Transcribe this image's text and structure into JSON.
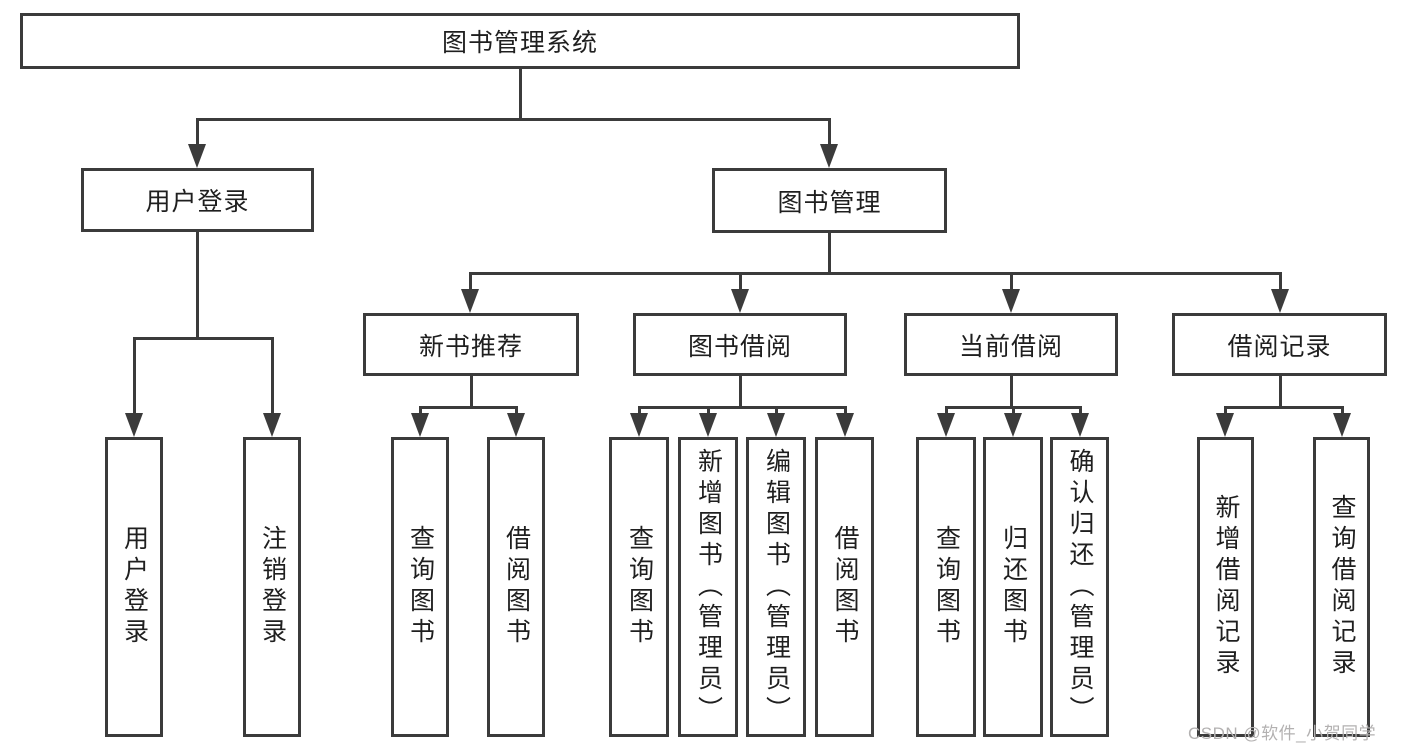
{
  "colors": {
    "line": "#3b3b3b",
    "text": "#1f1f1f",
    "watermark": "#b3b1b1",
    "background": "#ffffff"
  },
  "watermark": {
    "text": "CSDN @软件_小贺同学"
  },
  "diagram": {
    "root": {
      "label": "图书管理系统",
      "children": [
        "用户登录",
        "图书管理"
      ]
    },
    "level2": {
      "user_login": {
        "label": "用户登录",
        "children": [
          "用户登录",
          "注销登录"
        ]
      },
      "book_mgmt": {
        "label": "图书管理",
        "children": [
          "新书推荐",
          "图书借阅",
          "当前借阅",
          "借阅记录"
        ]
      }
    },
    "level3": {
      "new_book_rec": {
        "label": "新书推荐",
        "children": [
          "查询图书",
          "借阅图书"
        ]
      },
      "book_borrow": {
        "label": "图书借阅",
        "children": [
          "查询图书",
          "新增图书（管理员）",
          "编辑图书（管理员）",
          "借阅图书"
        ]
      },
      "current_borrow": {
        "label": "当前借阅",
        "children": [
          "查询图书",
          "归还图书",
          "确认归还（管理员）"
        ]
      },
      "borrow_records": {
        "label": "借阅记录",
        "children": [
          "新增借阅记录",
          "查询借阅记录"
        ]
      }
    },
    "leaves": {
      "login": {
        "label": "用户登录"
      },
      "logout": {
        "label": "注销登录"
      },
      "nbr_query": {
        "label": "查询图书"
      },
      "nbr_borrow": {
        "label": "借阅图书"
      },
      "bb_query": {
        "label": "查询图书"
      },
      "bb_add": {
        "label": "新增图书（管理员）"
      },
      "bb_edit": {
        "label": "编辑图书（管理员）"
      },
      "bb_borrow": {
        "label": "借阅图书"
      },
      "cb_query": {
        "label": "查询图书"
      },
      "cb_return": {
        "label": "归还图书"
      },
      "cb_confirm": {
        "label": "确认归还（管理员）"
      },
      "br_add": {
        "label": "新增借阅记录"
      },
      "br_query": {
        "label": "查询借阅记录"
      }
    }
  }
}
